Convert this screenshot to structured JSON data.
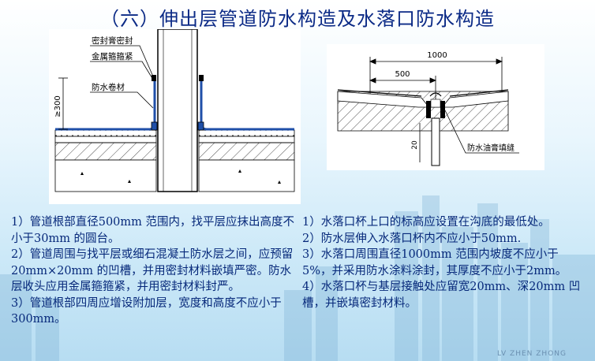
{
  "title": "（六）伸出层管道防水构造及水落口防水构造",
  "left_diagram": {
    "labels": {
      "sealant": "密封膏密封",
      "clamp": "金属箍箍紧",
      "membrane": "防水卷材",
      "height": "≥300"
    }
  },
  "right_diagram": {
    "labels": {
      "dim_1000": "1000",
      "dim_500": "500",
      "dim_20": "20",
      "joint": "防水油膏填缝"
    }
  },
  "left_text": [
    "1）管道根部直径500mm  范围内，找平层应抹出高度不小于30mm  的圆台。",
    "2）管道周围与找平层或细石混凝土防水层之间，应预留20mm×20mm  的凹槽，并用密封材料嵌填严密。防水层收头应用金属箍箍紧，并用密封材料封严。",
    "3）管道根部四周应增设附加层，宽度和高度不应小于300mm。"
  ],
  "right_text": [
    "1）水落口杯上口的标高应设置在沟底的最低处。",
    "2）防水层伸入水落口杯内不应小于50mm.",
    "3）水落口周围直径1000mm  范围内坡度不应小于5%，并采用防水涂料涂封，其厚度不应小于2mm。",
    "4）水落口杯与基层接触处应留宽20mm、深20mm  凹槽，并嵌填密封材料。"
  ],
  "watermark": "LV ZHEN ZHONG",
  "colors": {
    "title": "#0b2a86",
    "text": "#06287a",
    "membrane": "#1f4fa8",
    "line": "#000000"
  }
}
